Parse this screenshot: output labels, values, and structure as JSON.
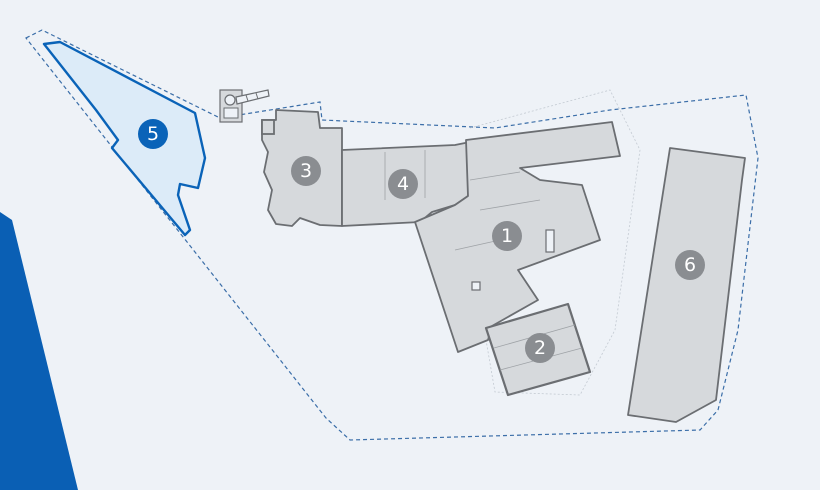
{
  "map": {
    "colors": {
      "background": "#eef2f7",
      "site_boundary": "#3b6ea8",
      "building_fill": "#d6d9dc",
      "building_stroke": "#6b6e72",
      "badge_grey": "#8a8d91",
      "badge_text": "#ffffff",
      "selected_fill": "#dcebf8",
      "selected_stroke": "#0a63b8",
      "selected_badge": "#0a63b8",
      "side_bar": "#0a5fb4"
    },
    "buildings": [
      {
        "id": "building-1",
        "number": "1",
        "selected": false
      },
      {
        "id": "building-2",
        "number": "2",
        "selected": false
      },
      {
        "id": "building-3",
        "number": "3",
        "selected": false
      },
      {
        "id": "building-4",
        "number": "4",
        "selected": false
      },
      {
        "id": "building-5",
        "number": "5",
        "selected": true
      },
      {
        "id": "building-6",
        "number": "6",
        "selected": false
      }
    ]
  }
}
